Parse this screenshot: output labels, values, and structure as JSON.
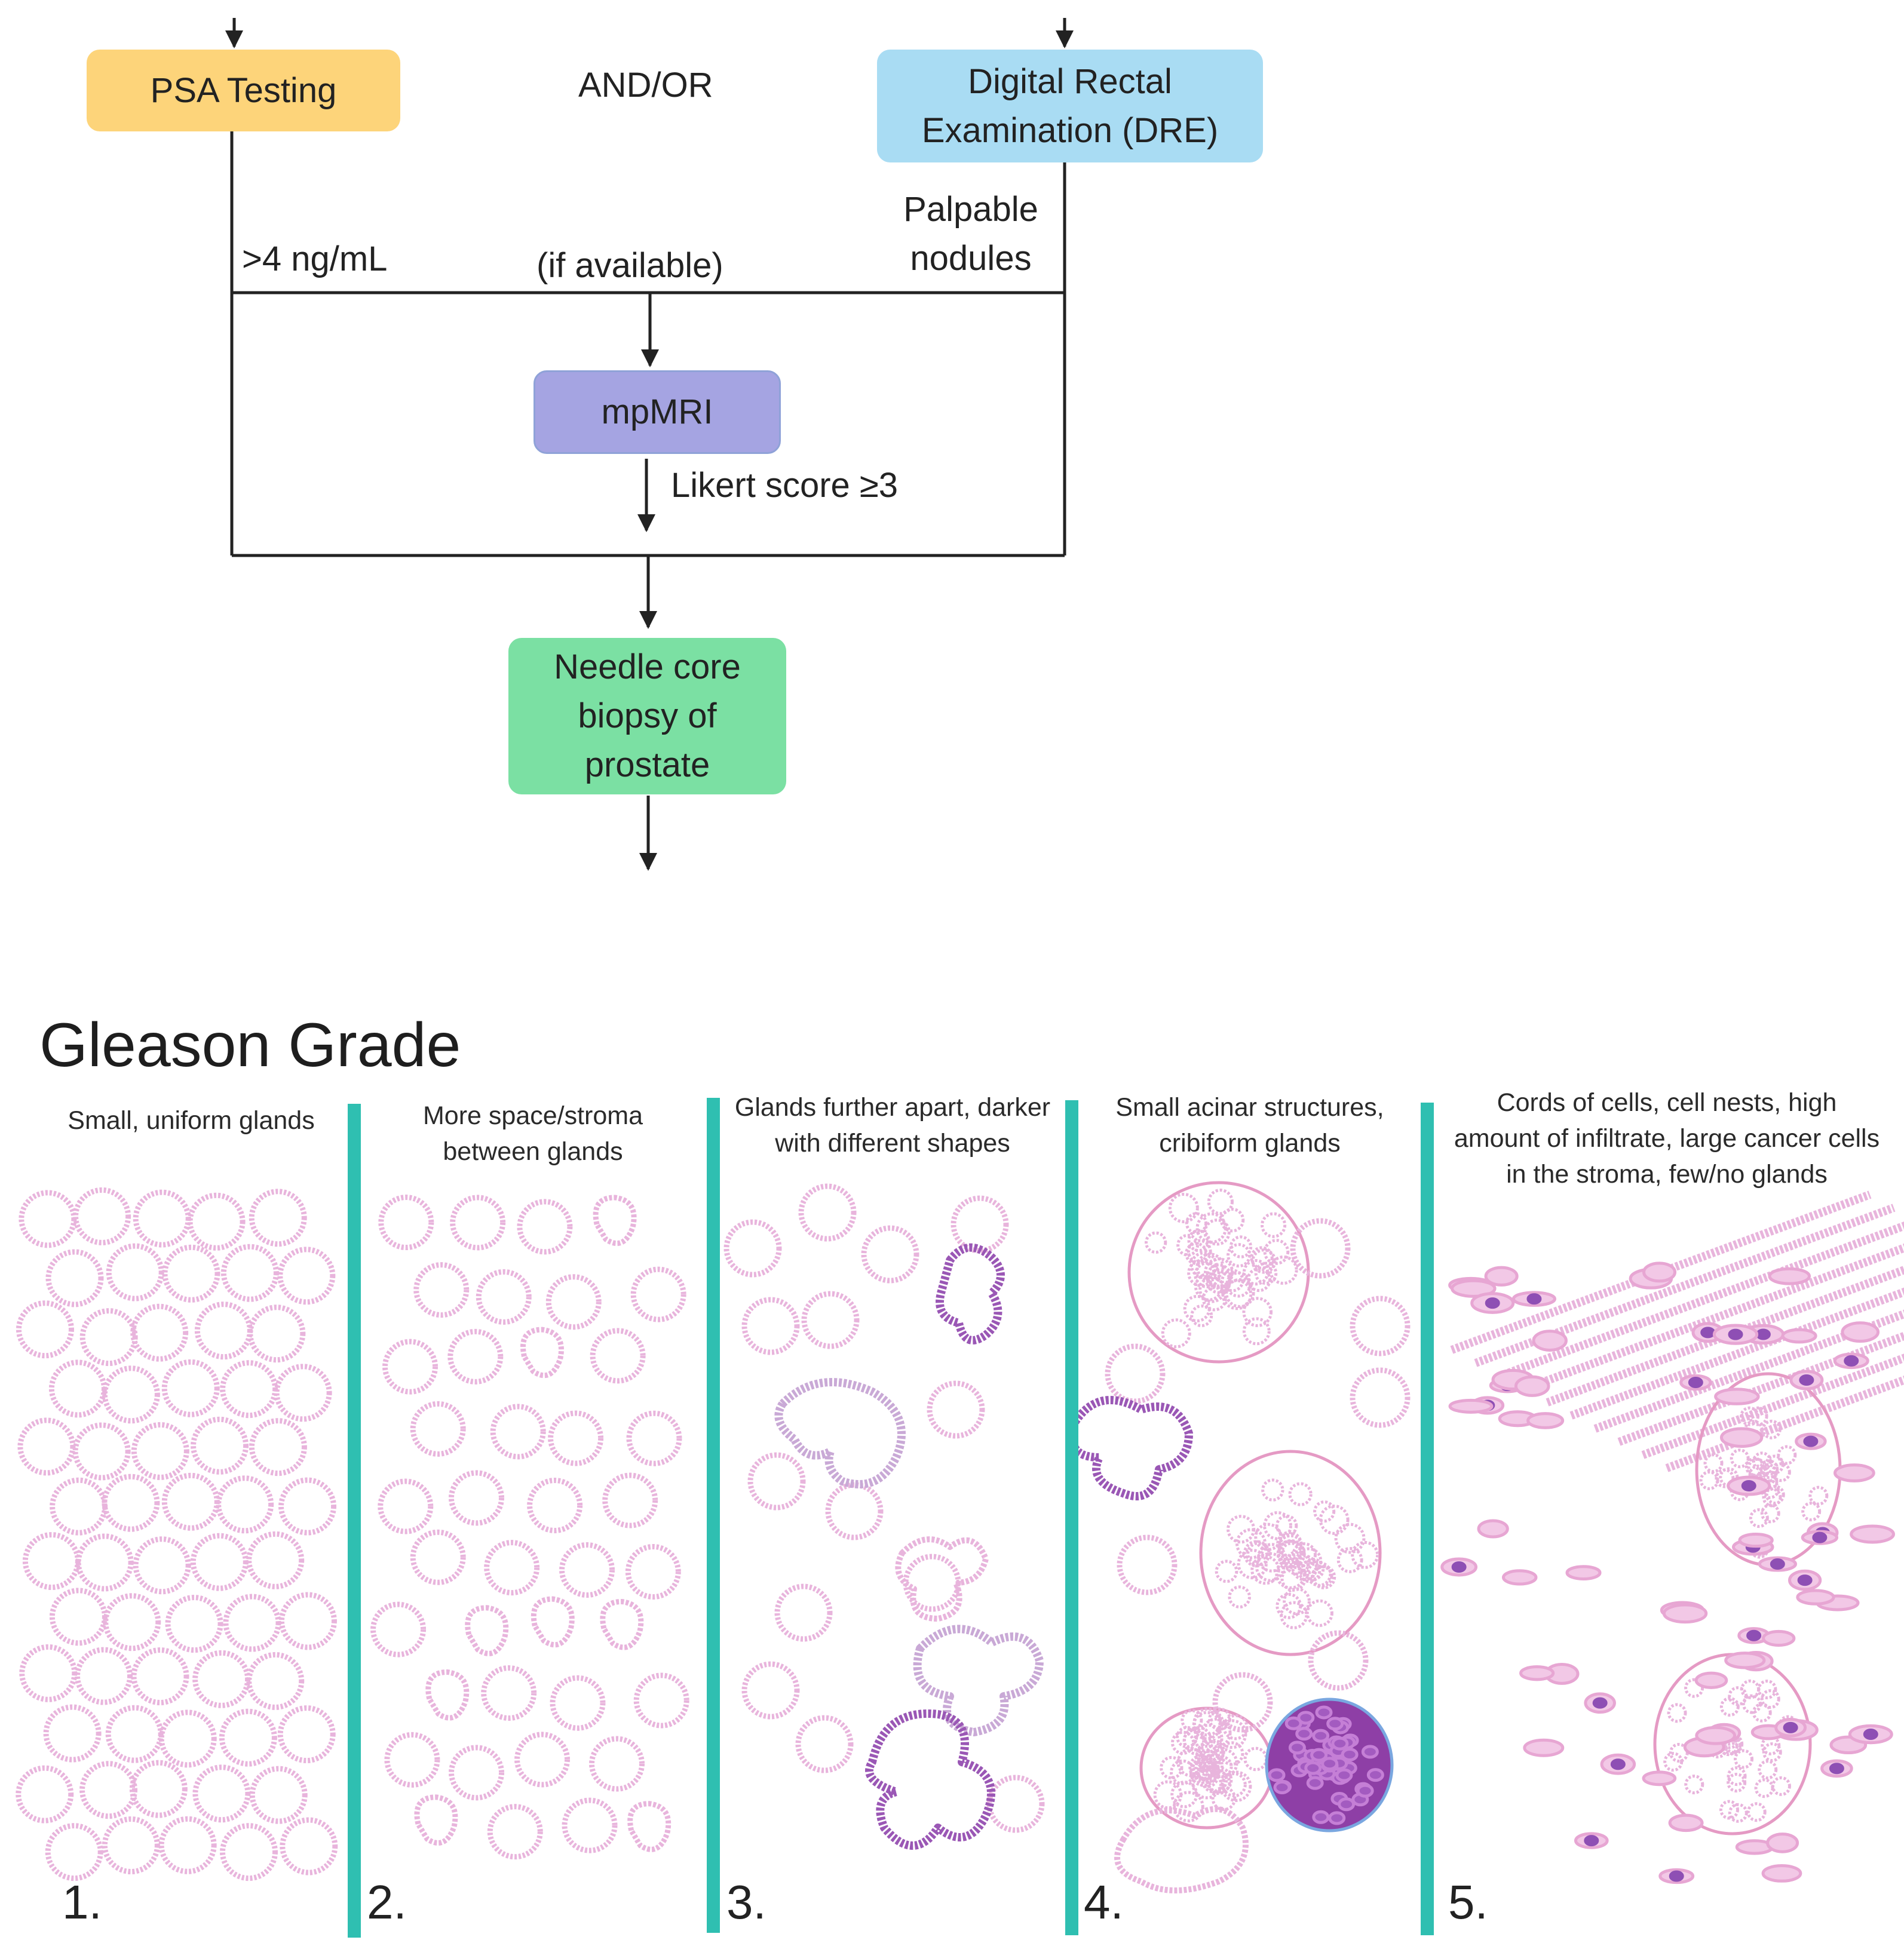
{
  "flowchart": {
    "psa_box": "PSA Testing",
    "dre_box_line1": "Digital Rectal",
    "dre_box_line2": "Examination (DRE)",
    "and_or": "AND/OR",
    "psa_threshold": ">4 ng/mL",
    "if_available": "(if available)",
    "palpable_line1": "Palpable",
    "palpable_line2": "nodules",
    "mpmri_box": "mpMRI",
    "likert": "Likert score ≥3",
    "biopsy_line1": "Needle core",
    "biopsy_line2": "biopsy of",
    "biopsy_line3": "prostate",
    "colors": {
      "psa": "#fdd47a",
      "dre": "#a9dcf3",
      "mpmri": "#a5a4e2",
      "biopsy": "#7be0a3"
    }
  },
  "gleason": {
    "title": "Gleason Grade",
    "divider_color": "#2fbfb1",
    "gland_color": "#e8b4dc",
    "dark_gland_color": "#9a57b5",
    "grades": [
      {
        "number": "1.",
        "caption_lines": [
          "Small, uniform glands"
        ]
      },
      {
        "number": "2.",
        "caption_lines": [
          "More space/stroma",
          "between glands"
        ]
      },
      {
        "number": "3.",
        "caption_lines": [
          "Glands further apart, darker",
          "with different shapes"
        ]
      },
      {
        "number": "4.",
        "caption_lines": [
          "Small acinar structures,",
          "cribiform glands"
        ]
      },
      {
        "number": "5.",
        "caption_lines": [
          "Cords of cells, cell nests, high",
          "amount of infiltrate, large cancer cells",
          "in the stroma, few/no glands"
        ]
      }
    ]
  }
}
